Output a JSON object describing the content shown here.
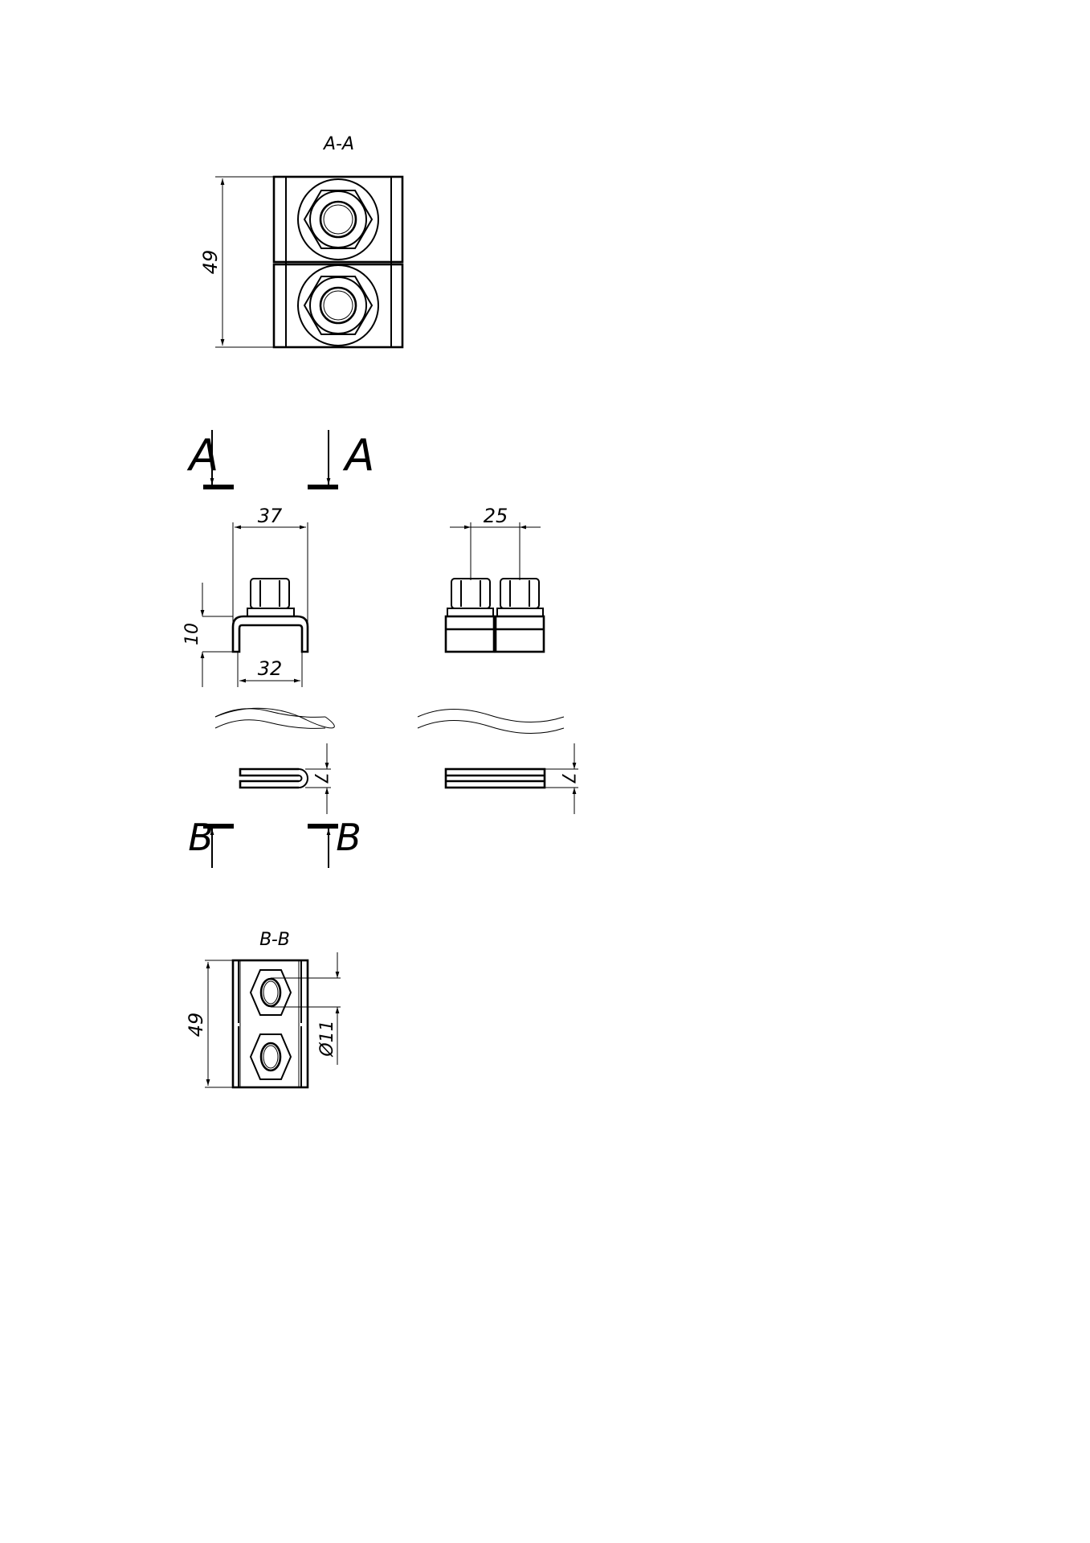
{
  "views": {
    "section_aa": {
      "title": "A-A",
      "height_dim": "49"
    },
    "section_marks": {
      "a_left": "A",
      "a_right": "A",
      "b_left": "B",
      "b_right": "B"
    },
    "front_view": {
      "width_dim": "37",
      "height_dim": "10",
      "inner_width_dim": "32",
      "strip_thickness_dim": "7"
    },
    "side_view": {
      "spacing_dim": "25",
      "strip_thickness_dim": "7"
    },
    "section_bb": {
      "title": "B-B",
      "height_dim": "49",
      "hole_dim": "Ø11"
    }
  },
  "colors": {
    "line": "#000000",
    "background": "#ffffff"
  }
}
